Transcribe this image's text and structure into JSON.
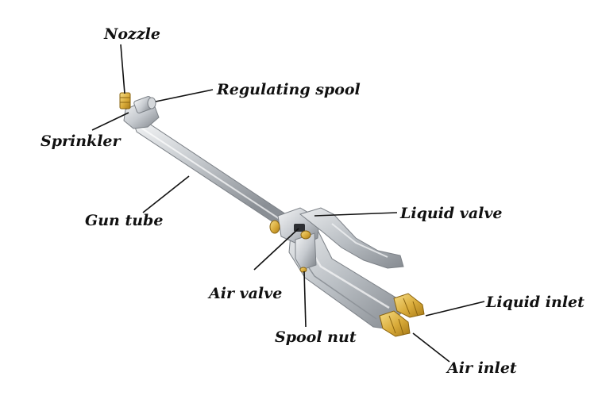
{
  "colors": {
    "metal_light": "#eef0f2",
    "metal_mid": "#c4c8cc",
    "metal_dark": "#7e8389",
    "brass_light": "#f3d77a",
    "brass_dark": "#b88a1e",
    "label_text": "#111111"
  },
  "labels": {
    "nozzle": "Nozzle",
    "regulating_spool": "Regulating spool",
    "sprinkler": "Sprinkler",
    "gun_tube": "Gun tube",
    "liquid_valve": "Liquid valve",
    "air_valve": "Air valve",
    "spool_nut": "Spool nut",
    "liquid_inlet": "Liquid inlet",
    "air_inlet": "Air inlet"
  }
}
